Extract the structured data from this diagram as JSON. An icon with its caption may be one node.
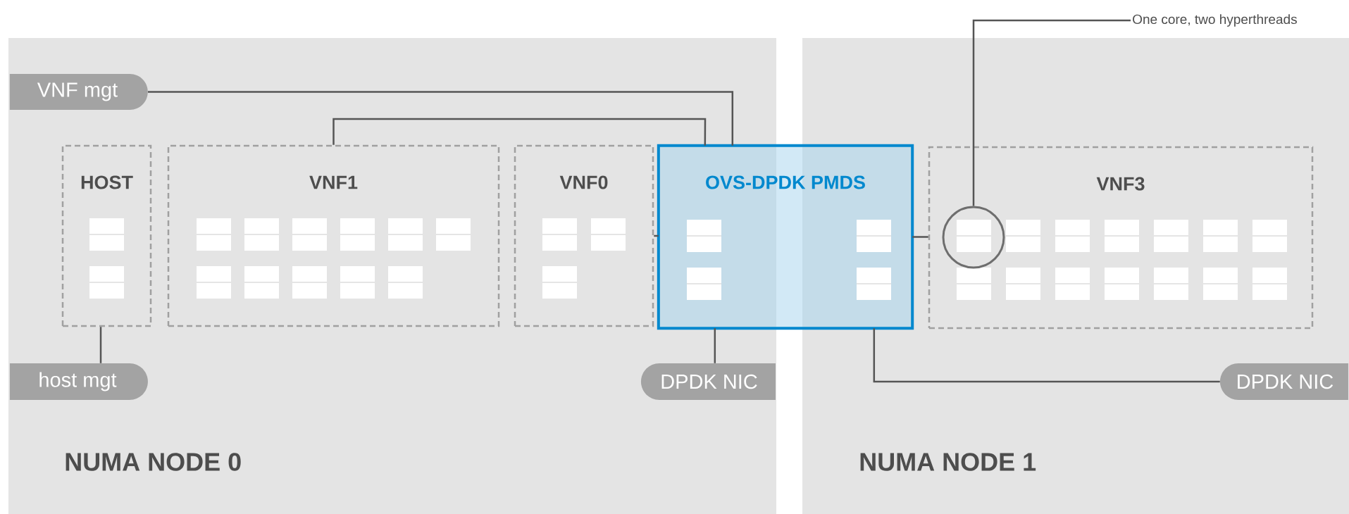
{
  "diagram": {
    "nodes": [
      {
        "text": [
          "NUMA NODE 0"
        ]
      },
      {
        "text": [
          "VNF mgt"
        ],
        "in": 0
      },
      {
        "text": [
          "HOST"
        ],
        "in": 0
      },
      {
        "text": [
          "VNF1"
        ],
        "in": 0
      },
      {
        "text": [
          "VNF0"
        ],
        "in": 0
      },
      {
        "text": [
          "OVS-DPDK PMDS"
        ]
      },
      {
        "text": [
          "host mgt"
        ],
        "in": 0
      },
      {
        "text": [
          "DPDK NIC"
        ],
        "in": 0
      },
      {
        "text": [
          "NUMA NODE 1"
        ]
      },
      {
        "text": [
          "VNF3"
        ],
        "in": 8
      },
      {
        "text": [],
        "shape": "circle",
        "in": 9
      },
      {
        "text": [
          "DPDK NIC"
        ],
        "in": 8
      },
      {
        "text": [
          "One core, two hyperthreads"
        ]
      }
    ],
    "edges": [
      {
        "from": 1,
        "to": 5,
        "arrow": "none"
      },
      {
        "from": 3,
        "to": 5,
        "arrow": "none"
      },
      {
        "from": 2,
        "to": 6,
        "arrow": "none"
      },
      {
        "from": 4,
        "to": 5,
        "arrow": "none"
      },
      {
        "from": 5,
        "to": 9,
        "arrow": "none"
      },
      {
        "from": 5,
        "to": 7,
        "arrow": "none"
      },
      {
        "from": 5,
        "to": 11,
        "arrow": "none"
      },
      {
        "from": 12,
        "to": 10,
        "arrow": "none"
      }
    ]
  }
}
